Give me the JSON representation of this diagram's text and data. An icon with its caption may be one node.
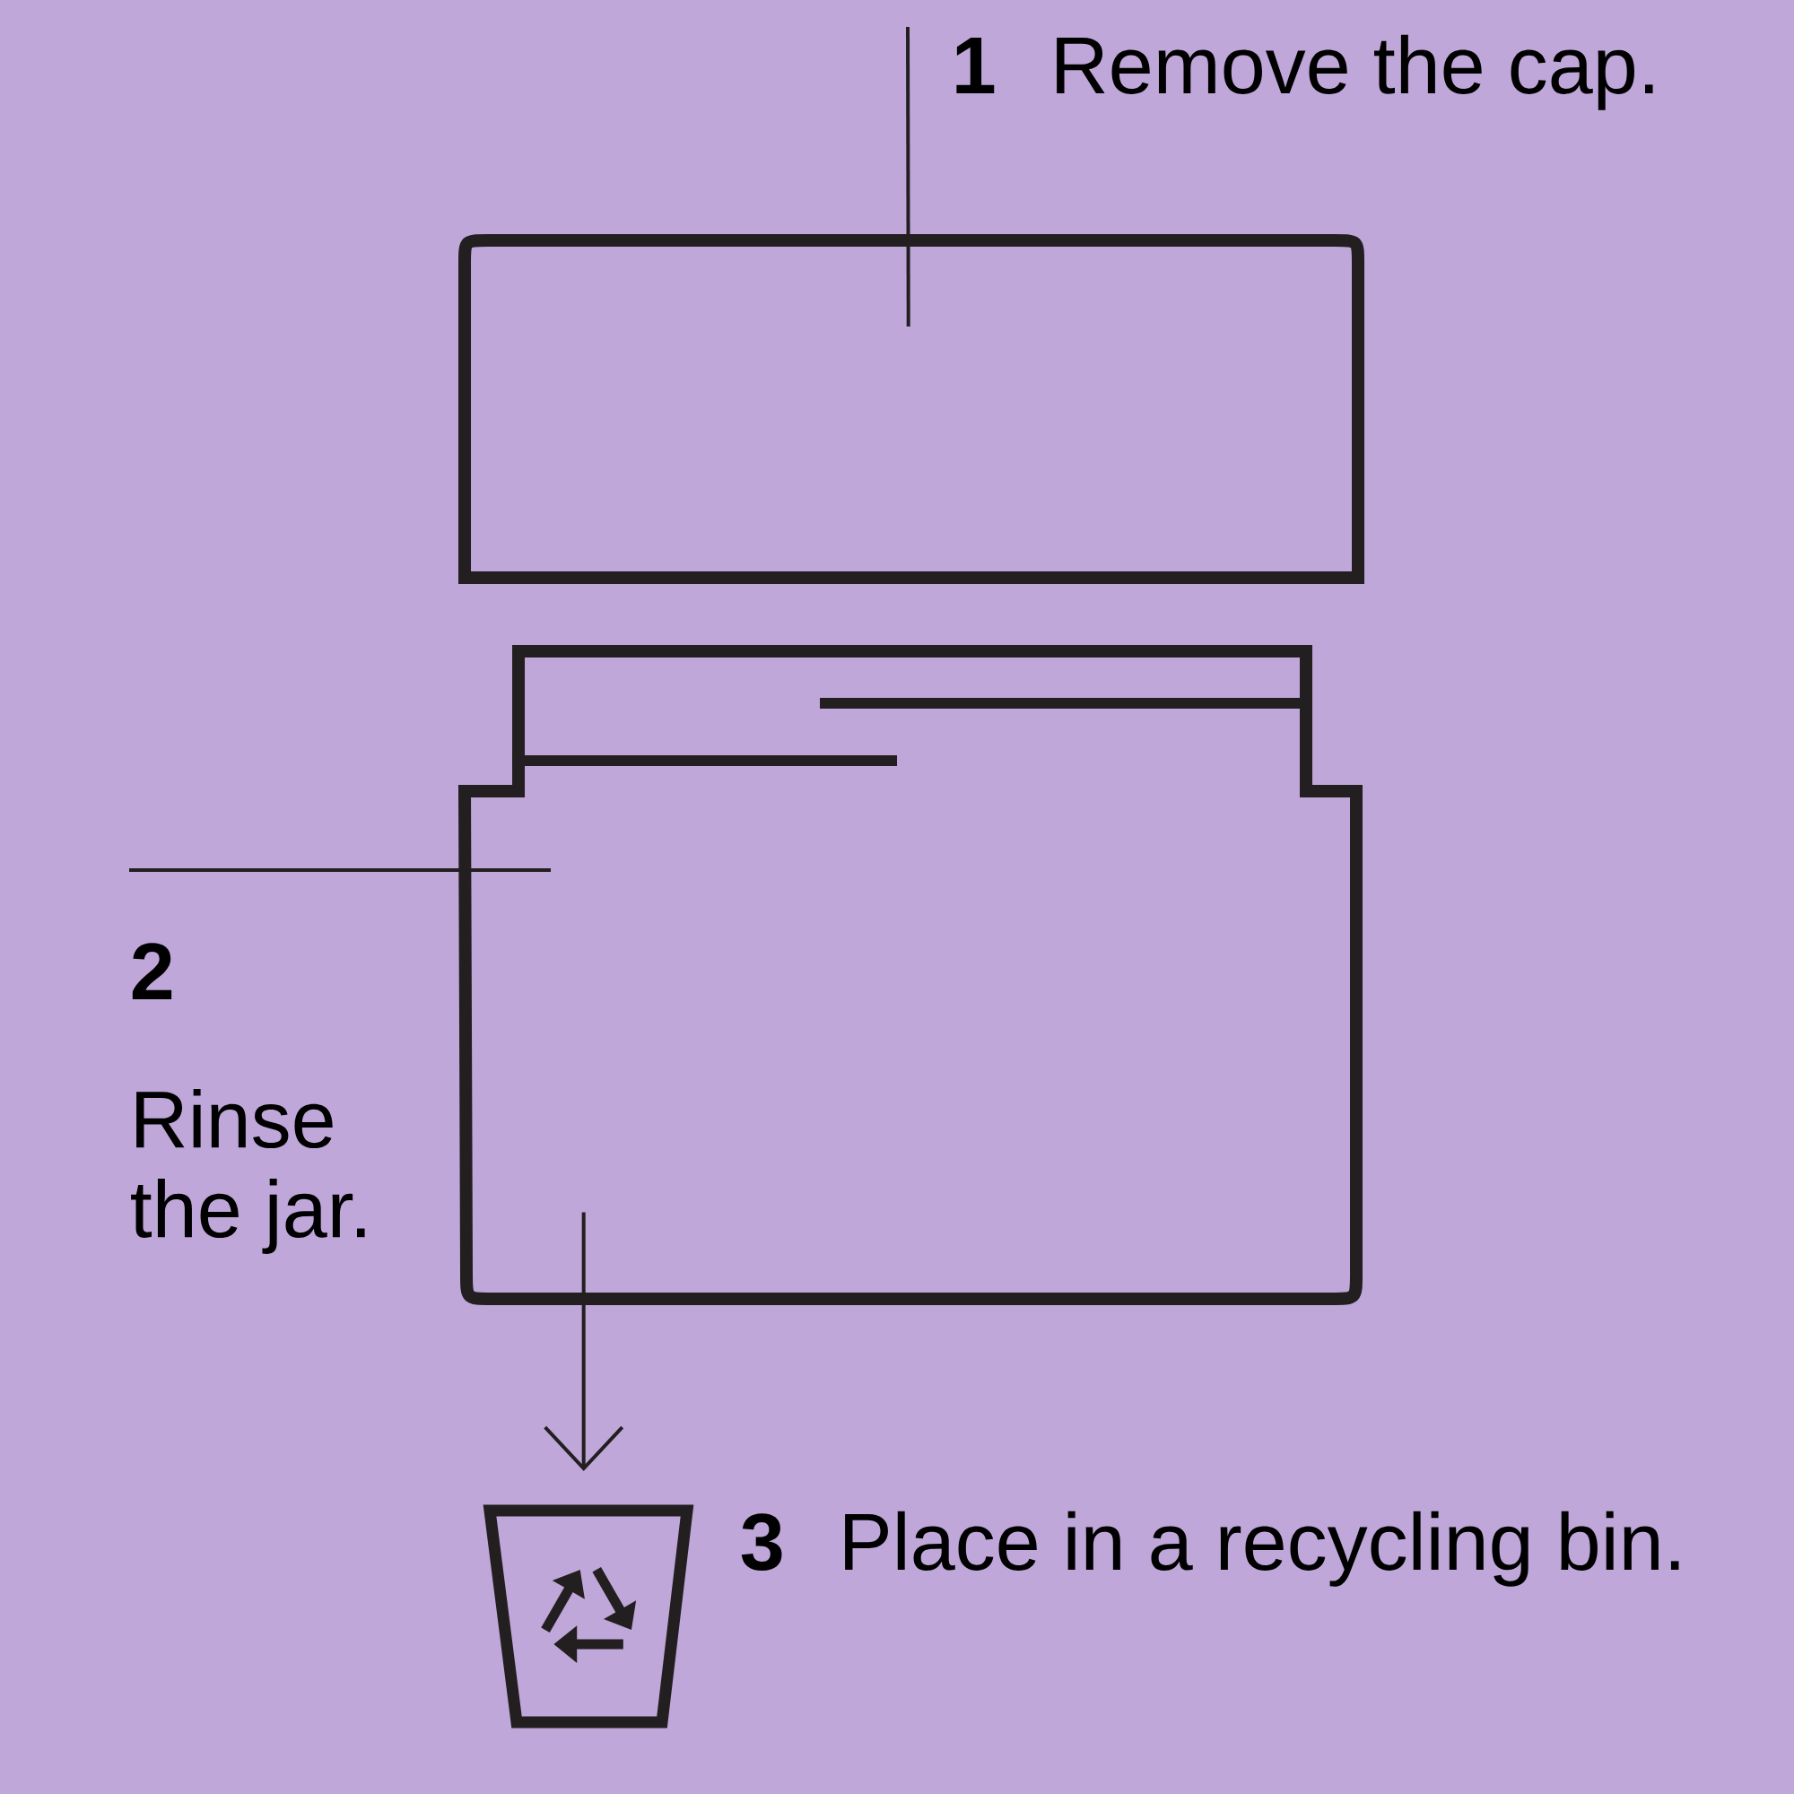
{
  "diagram": {
    "nodes": [
      {
        "text": [
          "1",
          "Remove the cap."
        ]
      },
      {
        "text": [],
        "shape": "box"
      },
      {
        "text": [
          "2",
          "Rinse the jar."
        ]
      },
      {
        "text": [],
        "shape": "picture"
      },
      {
        "text": [],
        "shape": "picture",
        "beside": [
          "3",
          "Place in a recycling bin."
        ]
      }
    ],
    "edges": [
      {
        "from": 0,
        "to": 1,
        "arrow": "none"
      },
      {
        "from": 2,
        "to": 3,
        "arrow": "none"
      },
      {
        "from": 3,
        "to": 4,
        "arrow": "to"
      }
    ]
  }
}
